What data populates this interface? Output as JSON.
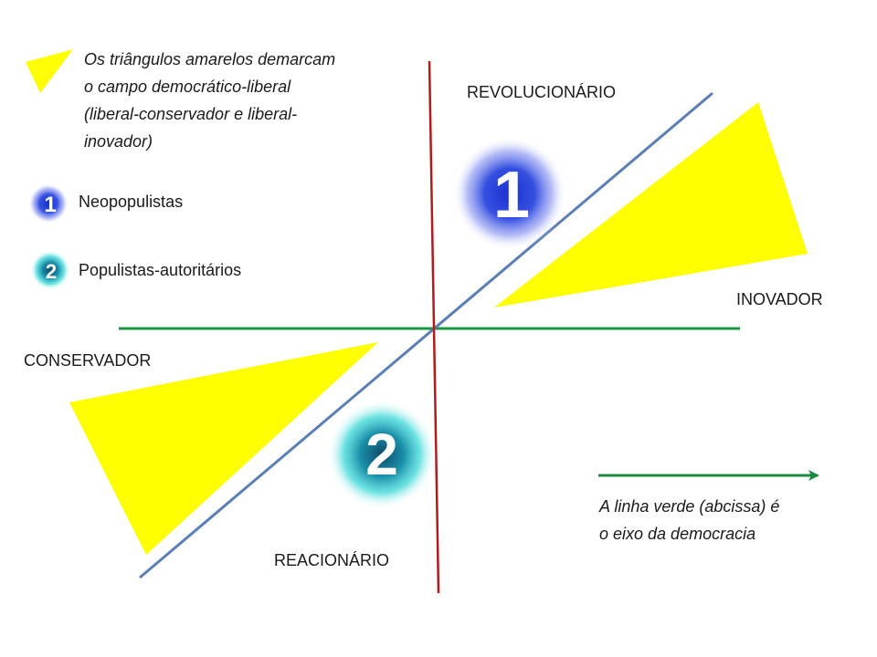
{
  "legend": {
    "triangle_text_lines": [
      "Os triângulos amarelos demarcam",
      "o campo democrático-liberal",
      "(liberal-conservador  e liberal-",
      "inovador)"
    ],
    "items": [
      {
        "number": "1",
        "label": "Neopopulistas",
        "color": "#2f3fd6"
      },
      {
        "number": "2",
        "label": "Populistas-autoritários",
        "color": "#20c4c4"
      }
    ]
  },
  "axes": {
    "top": "REVOLUCIONÁRIO",
    "bottom": "REACIONÁRIO",
    "left": "CONSERVADOR",
    "right": "INOVADOR"
  },
  "markers": [
    {
      "number": "1",
      "color": "#2f3fd6"
    },
    {
      "number": "2",
      "color": "#20c4c4"
    }
  ],
  "note": {
    "lines": [
      "A linha verde (abcissa) é",
      "o eixo da democracia"
    ]
  },
  "colors": {
    "triangle": "#ffff00",
    "vertical_axis": "#b01c1c",
    "horizontal_axis": "#1a9641",
    "diagonal": "#5b7fb5",
    "note_arrow": "#1a8a3f"
  }
}
